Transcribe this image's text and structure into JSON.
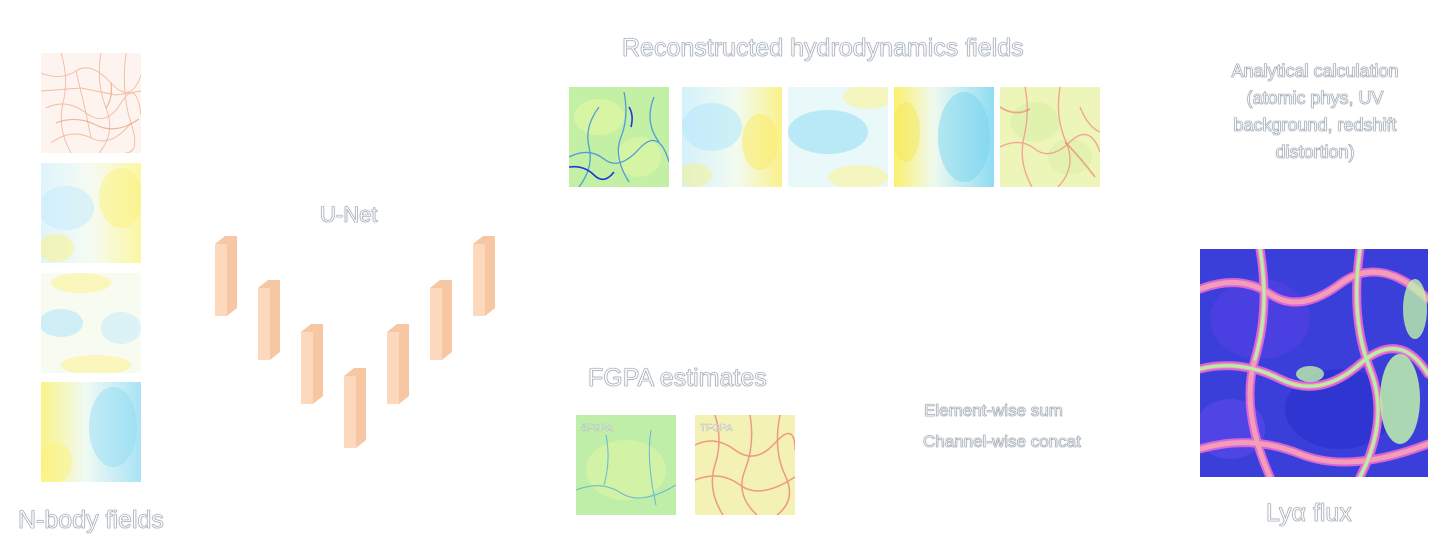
{
  "labels": {
    "nbody": "N-body fields",
    "unet": "U-Net",
    "reconstructed": "Reconstructed hydrodynamics fields",
    "fgpa": "FGPA estimates",
    "lya": "Lyα flux"
  },
  "analytical": {
    "lines": [
      "Analytical calculation",
      "(atomic phys, UV",
      "background, redshift",
      "distortion)"
    ]
  },
  "legend": {
    "sum": "Element-wise sum",
    "concat": "Channel-wise concat"
  },
  "fgpa_tiles": {
    "delta_label": "δFGPA",
    "temp_label": "TFGPA"
  },
  "colors": {
    "unet_block": "#fcd9bd",
    "unet_block_side": "#f6c7a2",
    "label_stroke": "#9aa3ad"
  },
  "unet_depths": [
    0,
    1,
    2,
    3,
    2,
    1,
    0
  ]
}
